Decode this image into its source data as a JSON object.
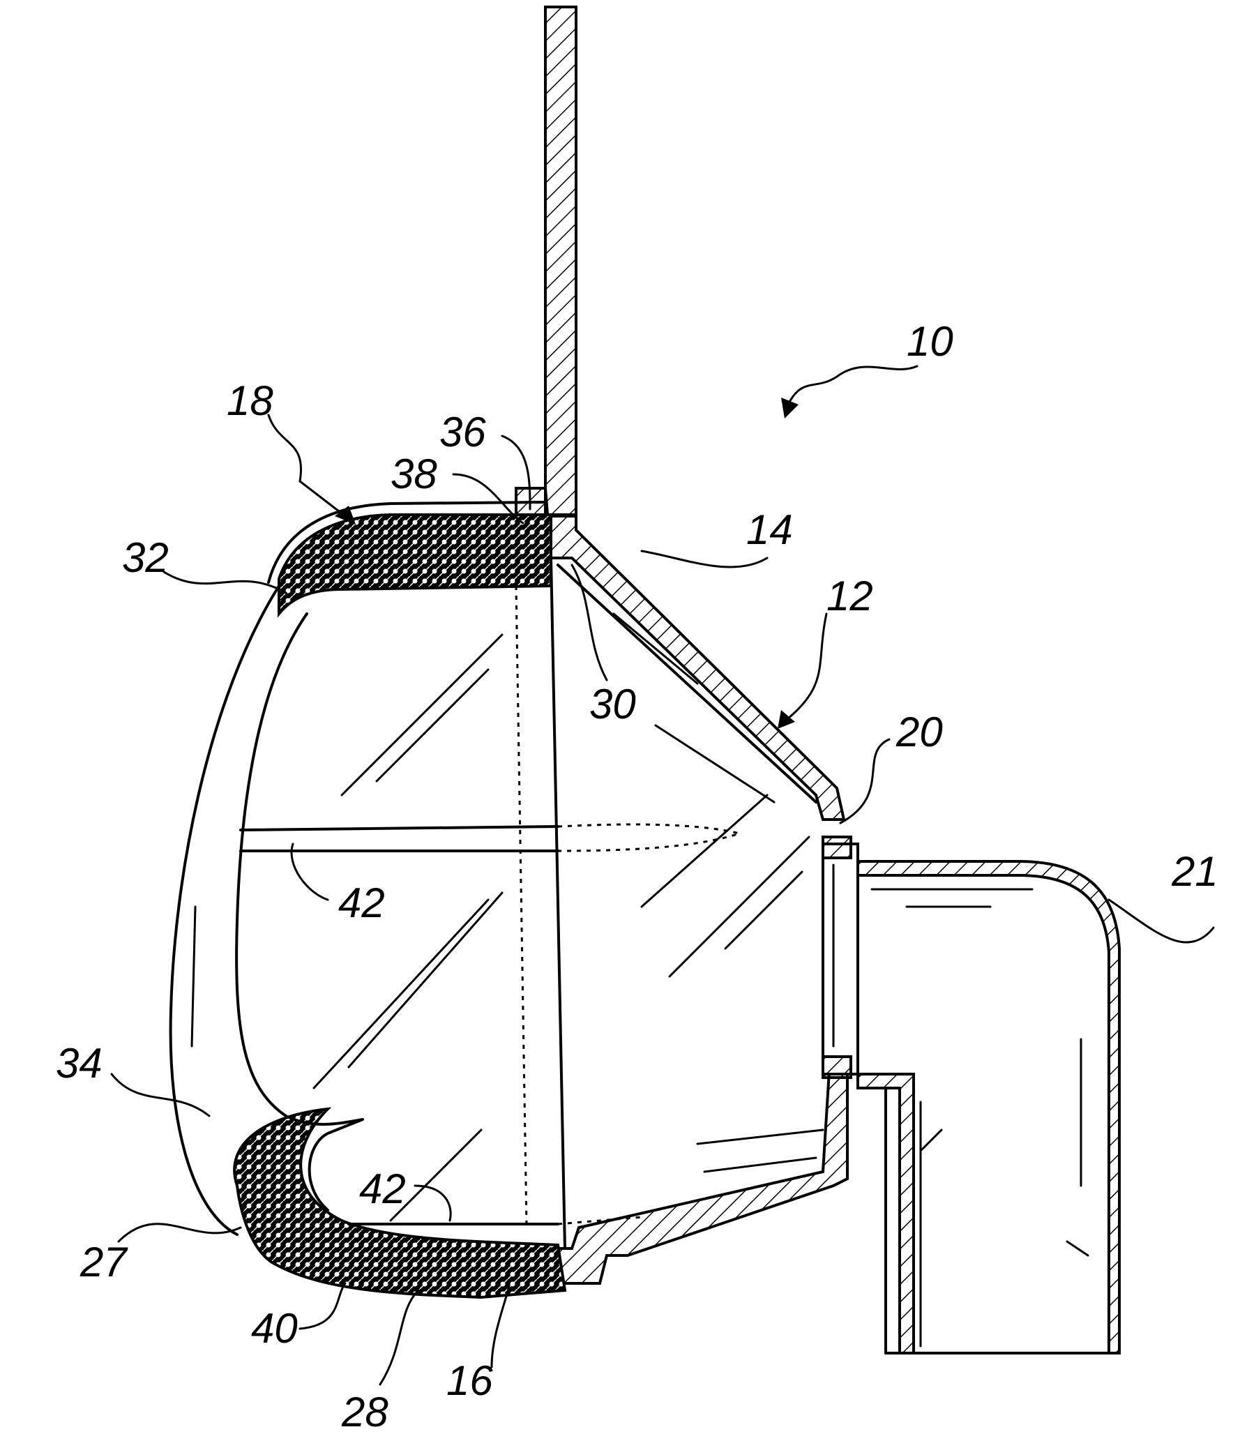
{
  "figure": {
    "reference_numerals": [
      "10",
      "12",
      "14",
      "16",
      "18",
      "20",
      "21",
      "27",
      "28",
      "30",
      "32",
      "34",
      "36",
      "38",
      "40",
      "42",
      "42"
    ]
  },
  "labels": {
    "n10": "10",
    "n12": "12",
    "n14": "14",
    "n16": "16",
    "n18": "18",
    "n20": "20",
    "n21": "21",
    "n27": "27",
    "n28": "28",
    "n30": "30",
    "n32": "32",
    "n34": "34",
    "n36": "36",
    "n38": "38",
    "n40": "40",
    "n42a": "42",
    "n42b": "42"
  },
  "colors": {
    "ink": "#000000",
    "paper": "#ffffff"
  }
}
